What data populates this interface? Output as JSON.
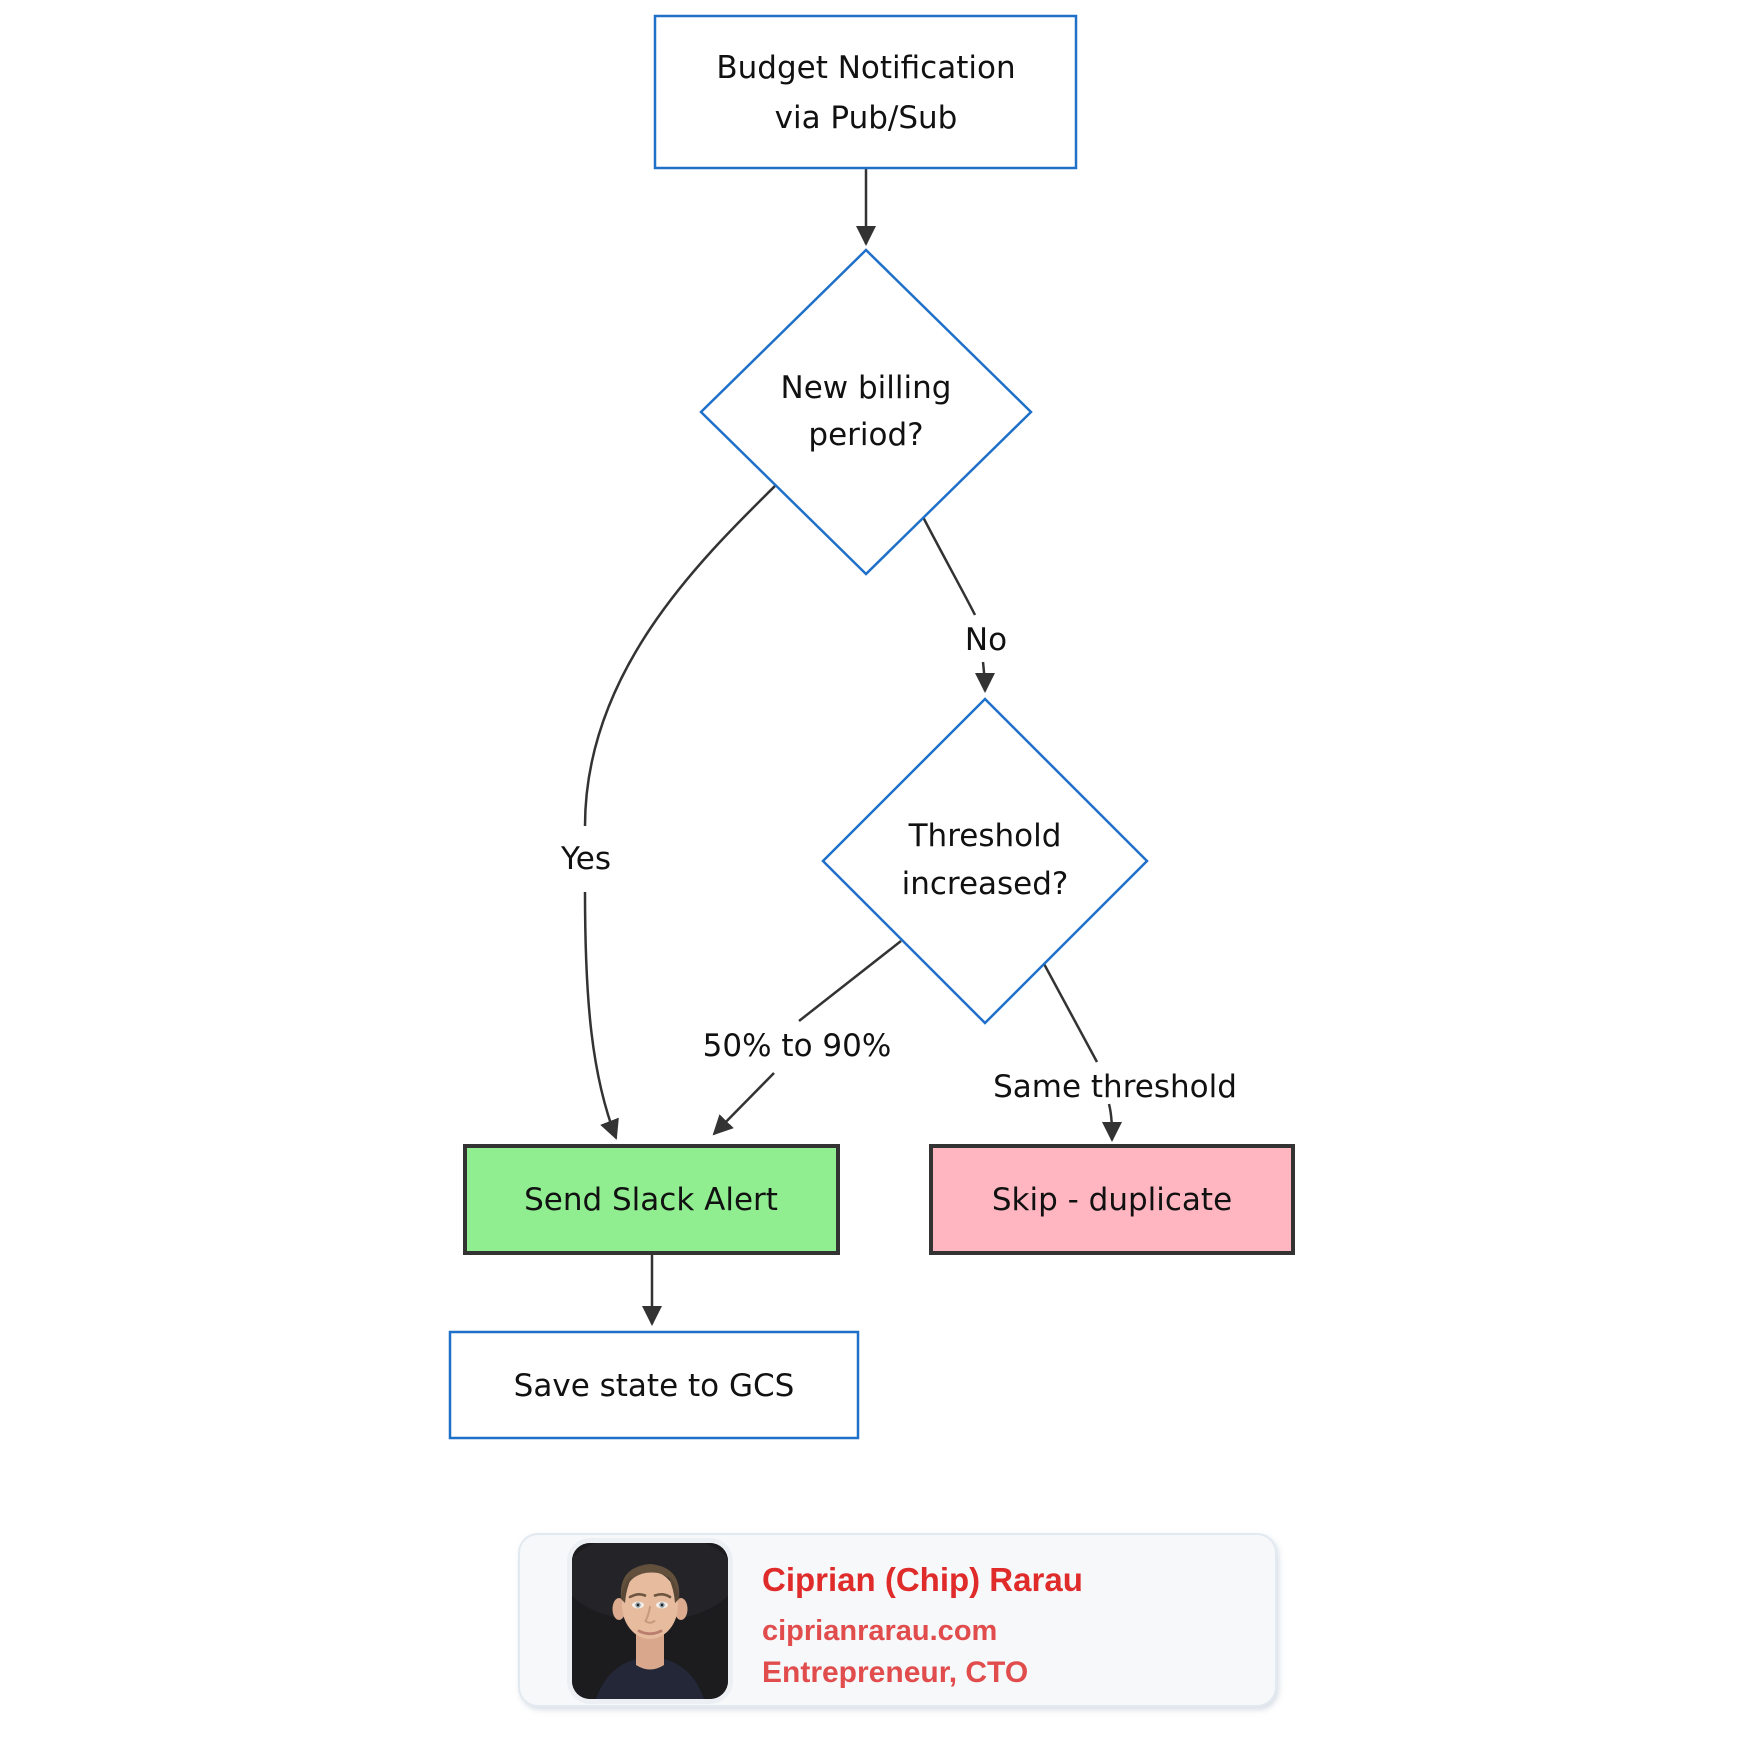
{
  "diagram": {
    "nodes": {
      "budget": {
        "lines": [
          "Budget Notification",
          "via Pub/Sub"
        ]
      },
      "new_billing": {
        "lines": [
          "New billing",
          "period?"
        ]
      },
      "threshold": {
        "lines": [
          "Threshold",
          "increased?"
        ]
      },
      "send_slack": {
        "label": "Send Slack Alert"
      },
      "skip_duplicate": {
        "label": "Skip - duplicate"
      },
      "save_state": {
        "label": "Save state to GCS"
      }
    },
    "edge_labels": {
      "yes": "Yes",
      "no": "No",
      "fifty_to_ninety": "50% to 90%",
      "same_threshold": "Same threshold"
    },
    "colors": {
      "node_border_blue": "#1f70c8",
      "edge": "#333333",
      "success_fill": "#90EE90",
      "danger_fill": "#FFB6C1",
      "dark_border": "#333333"
    }
  },
  "author_card": {
    "name": "Ciprian (Chip) Rarau",
    "website": "ciprianrarau.com",
    "title": "Entrepreneur, CTO",
    "name_color": "#e02b2b",
    "accent_color": "#e14d4d"
  }
}
